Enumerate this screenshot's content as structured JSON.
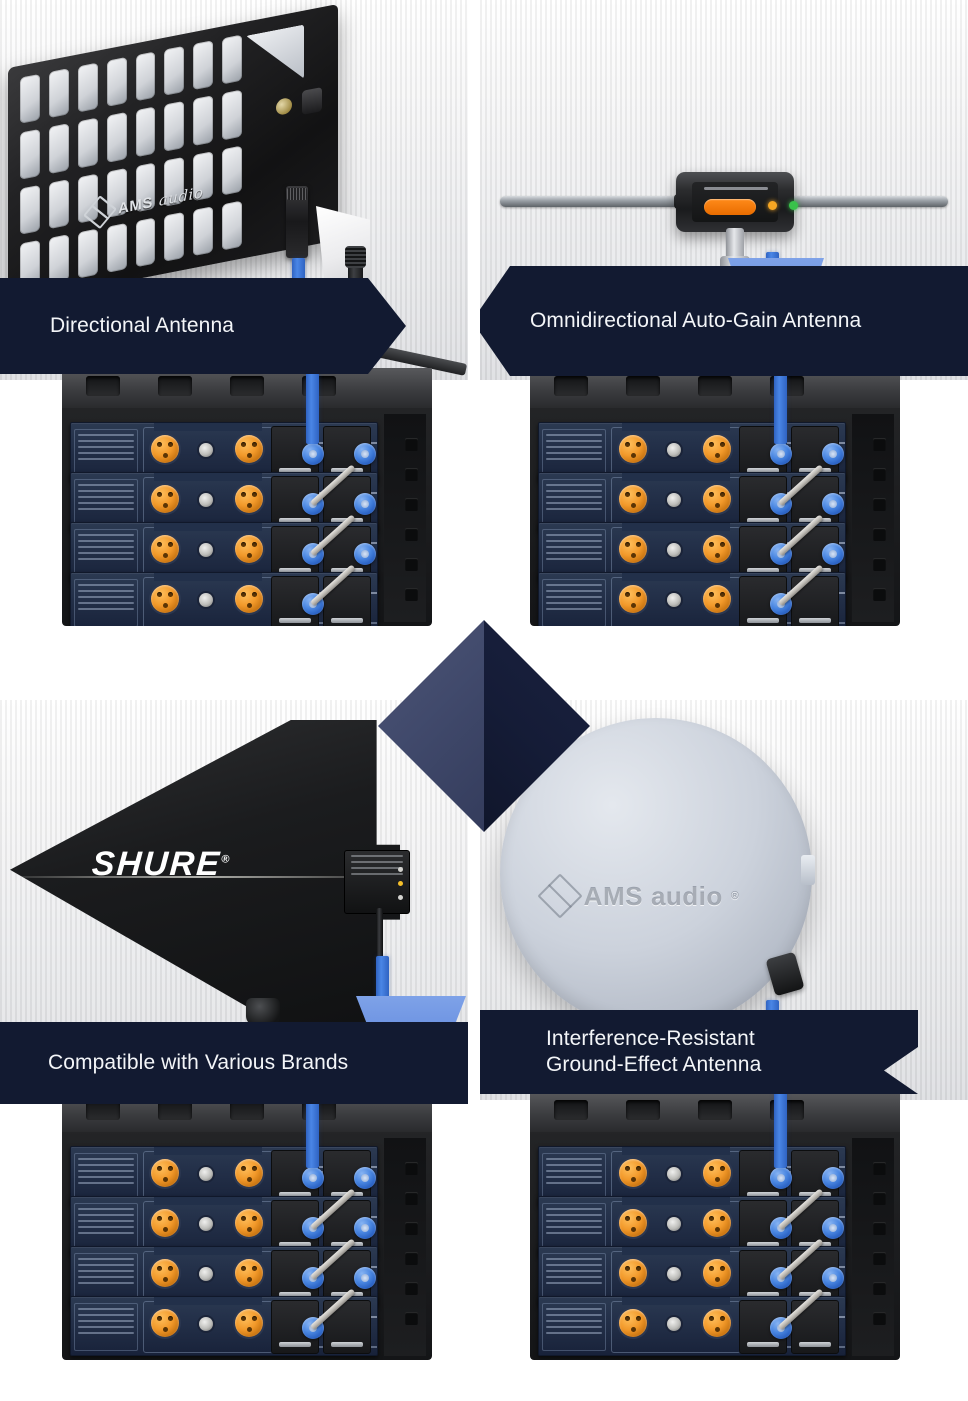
{
  "layout": {
    "columns": 2,
    "rows": 2,
    "background": "#ffffff",
    "banner_color": "#121a31",
    "banner_text_color": "#f3f5f8",
    "accent_blue": "#2f63c2",
    "accent_blue_light": "#6d93e2",
    "connector_orange": "#f2992a",
    "center_ornament": "diamond"
  },
  "panels": [
    {
      "id": "directional-antenna",
      "position": "top-left",
      "caption": "Directional Antenna",
      "caption_lines": [
        "Directional Antenna"
      ],
      "product": {
        "type": "grid-paddle-antenna",
        "brand_mark": "AMS",
        "brand_script": "audio",
        "body_color": "#1b1b1d",
        "mount": "mic-stand-pole",
        "bracket_color": "#ffffff"
      },
      "rack": {
        "units": 4,
        "xlr_per_unit": 2,
        "bnc_per_unit": 2,
        "feed_side": "right",
        "case_color": "#1b1c1e",
        "panel_color": "#24314a"
      }
    },
    {
      "id": "omnidirectional-auto-gain-antenna",
      "position": "top-right",
      "caption": "Omnidirectional Auto-Gain Antenna",
      "caption_lines": [
        "Omnidirectional Auto-Gain Antenna"
      ],
      "product": {
        "type": "omnidirectional-dipole-antenna",
        "body_color": "#1a1b1d",
        "badge_color": "#e96c00",
        "leds": [
          {
            "name": "power-led",
            "color": "#f6a623"
          },
          {
            "name": "gain-led",
            "color": "#39c24a"
          }
        ],
        "rods": 2,
        "mount": "pole-mount"
      },
      "rack": {
        "units": 4,
        "xlr_per_unit": 2,
        "bnc_per_unit": 2,
        "feed_side": "right",
        "case_color": "#1b1c1e",
        "panel_color": "#24314a"
      }
    },
    {
      "id": "compatible-with-various-brands",
      "position": "bottom-left",
      "caption": "Compatible with Various Brands",
      "caption_lines": [
        "Compatible with Various Brands"
      ],
      "product": {
        "type": "log-periodic-paddle-antenna",
        "brand_mark": "SHURE",
        "brand_registered": "®",
        "body_color": "#101112",
        "mount": "swivel-mount"
      },
      "rack": {
        "units": 4,
        "xlr_per_unit": 2,
        "bnc_per_unit": 2,
        "feed_side": "right",
        "case_color": "#1b1c1e",
        "panel_color": "#24314a"
      }
    },
    {
      "id": "interference-resistant-ground-effect-antenna",
      "position": "bottom-right",
      "caption": "Interference-Resistant Ground-Effect Antenna",
      "caption_lines": [
        "Interference-Resistant",
        "Ground-Effect Antenna"
      ],
      "product": {
        "type": "ground-effect-disc-antenna",
        "brand_mark": "AMS",
        "brand_script": "audio",
        "brand_registered": "®",
        "body_color": "#ccd2dc",
        "connector": "right-angle-bnc"
      },
      "rack": {
        "units": 4,
        "xlr_per_unit": 2,
        "bnc_per_unit": 2,
        "feed_side": "right",
        "case_color": "#1b1c1e",
        "panel_color": "#24314a"
      }
    }
  ]
}
